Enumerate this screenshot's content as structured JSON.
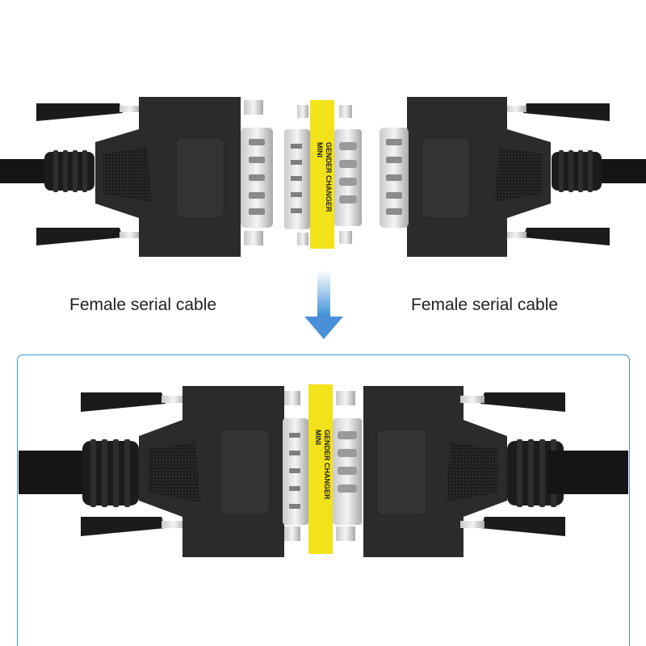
{
  "captions": {
    "left": "Female serial cable",
    "right": "Female serial cable"
  },
  "adapter": {
    "label_line1": "MINI",
    "label_line2": "GENDER CHANGER",
    "label_color": "#f2e21a"
  },
  "colors": {
    "accent": "#3b95d6",
    "arrow": "#4a90d9",
    "connector_body": "#2b2b2b",
    "cable": "#151515"
  },
  "icons": {
    "arrow": "arrow-down-icon"
  }
}
